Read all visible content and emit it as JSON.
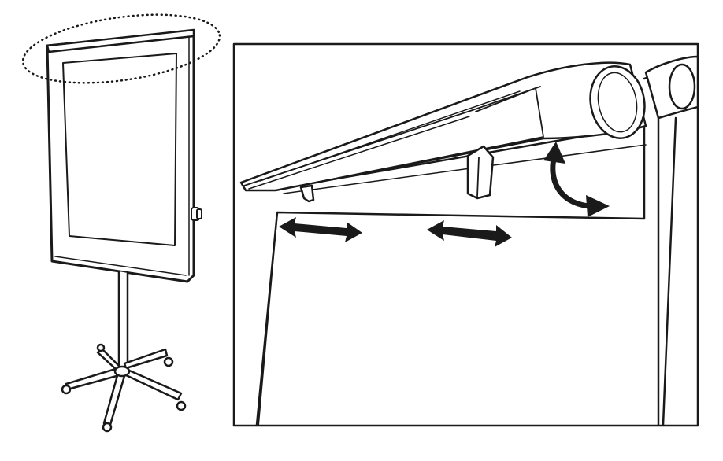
{
  "colors": {
    "ink": "#1a1a1a",
    "paper": "#ffffff"
  },
  "figure": {
    "left_panel": {
      "subject": "flipchart-easel",
      "parts": [
        "board",
        "header-clamp",
        "side-knob",
        "mast",
        "five-leg-base",
        "caster-wheels",
        "dotted-callout"
      ]
    },
    "right_panel": {
      "subject": "header-clamp-detail",
      "parts": [
        "clamp-bar",
        "rotating-knob",
        "paper-pegs",
        "paper-pad",
        "adjust-arrows",
        "rotate-arrow"
      ]
    }
  }
}
